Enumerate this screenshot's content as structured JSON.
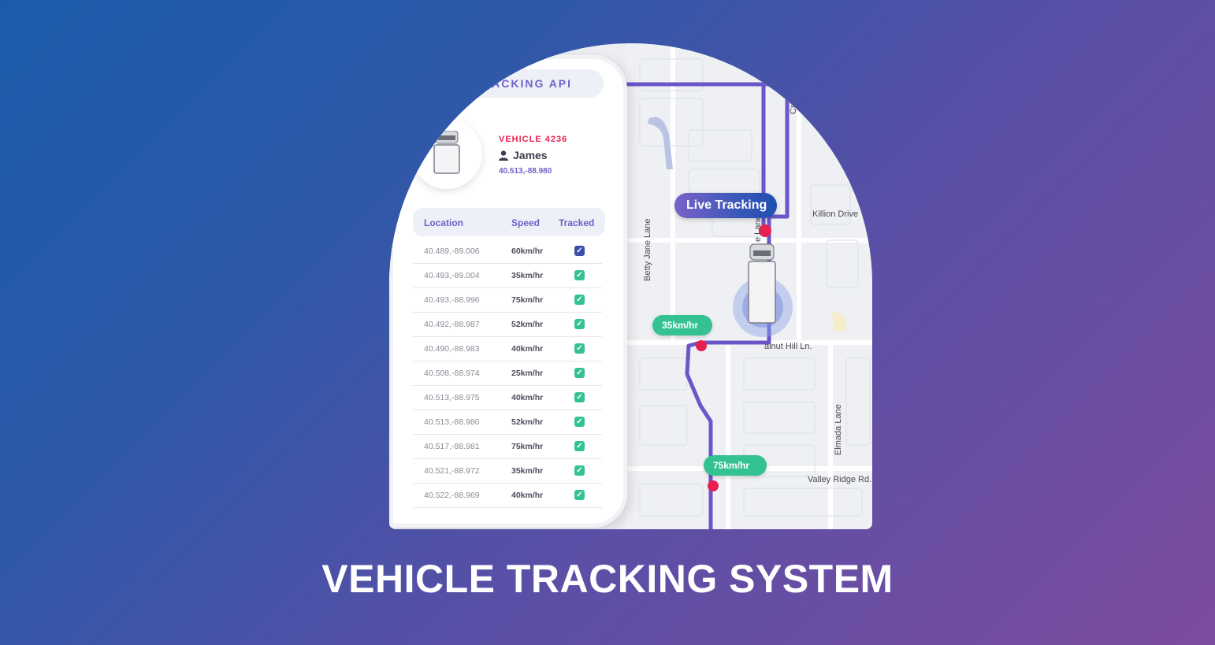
{
  "panel": {
    "api_title": "RACKING API",
    "vehicle_id": "VEHICLE 4236",
    "driver_name": "James",
    "coords": "40.513,-88.980",
    "table": {
      "headers": [
        "Location",
        "Speed",
        "Tracked"
      ],
      "rows": [
        {
          "location": "40.489,-89.006",
          "speed": "60km/hr",
          "tracked": "selected"
        },
        {
          "location": "40.493,-89.004",
          "speed": "35km/hr",
          "tracked": "checked"
        },
        {
          "location": "40.493,-88.996",
          "speed": "75km/hr",
          "tracked": "checked"
        },
        {
          "location": "40.492,-88.987",
          "speed": "52km/hr",
          "tracked": "checked"
        },
        {
          "location": "40.490,-88.983",
          "speed": "40km/hr",
          "tracked": "checked"
        },
        {
          "location": "40.508,-88.974",
          "speed": "25km/hr",
          "tracked": "checked"
        },
        {
          "location": "40.513,-88.975",
          "speed": "40km/hr",
          "tracked": "checked"
        },
        {
          "location": "40.513,-88.980",
          "speed": "52km/hr",
          "tracked": "checked"
        },
        {
          "location": "40.517,-88.981",
          "speed": "75km/hr",
          "tracked": "checked"
        },
        {
          "location": "40.521,-88.972",
          "speed": "35km/hr",
          "tracked": "checked"
        },
        {
          "location": "40.522,-88.969",
          "speed": "40km/hr",
          "tracked": "checked"
        }
      ]
    }
  },
  "map": {
    "live_label": "Live Tracking",
    "speed_tags": [
      "35km/hr",
      "75km/hr"
    ],
    "streets": {
      "crestover": "Crestover",
      "killion": "Killion Drive",
      "betty": "Betty Jane Lane",
      "lane_fragment": "e Lane",
      "walnut": "alnut Hill Ln.",
      "elmada": "Elmada Lane",
      "valley": "Valley Ridge Rd."
    }
  },
  "footer": {
    "title": "VEHICLE TRACKING SYSTEM"
  },
  "colors": {
    "route": "#6a56c8",
    "vehicle_red": "#e8204f",
    "check_green": "#35c292",
    "check_blue": "#3a4ea8",
    "speed_tag": "#35c292"
  },
  "icons": [
    "truck-icon",
    "user-icon",
    "check-icon",
    "location-pin-icon"
  ]
}
